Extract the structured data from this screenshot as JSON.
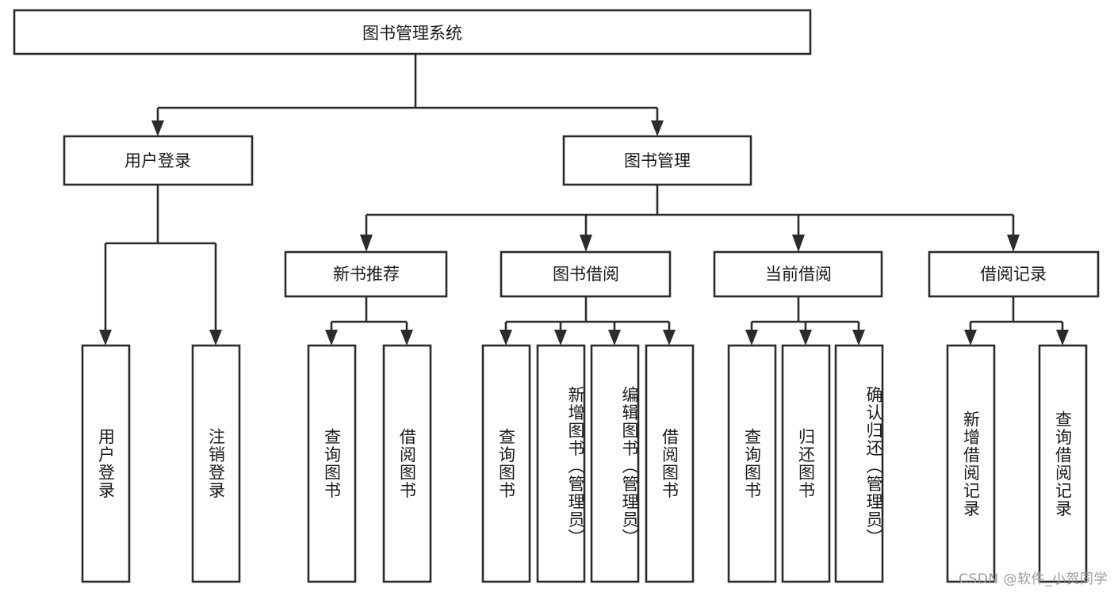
{
  "diagram": {
    "title": "图书管理系统",
    "type": "tree",
    "orientation": "top-down",
    "watermark": "CSDN @软件_小贺同学",
    "colors": {
      "box_stroke": "#2b2b2b",
      "box_fill": "#ffffff",
      "connector": "#2b2b2b",
      "text": "#1a1a1a",
      "watermark": "#9a9a9a",
      "background": "#ffffff"
    },
    "root": {
      "label": "图书管理系统",
      "orientation": "horizontal"
    },
    "level2": [
      {
        "label": "用户登录",
        "orientation": "horizontal"
      },
      {
        "label": "图书管理",
        "orientation": "horizontal"
      }
    ],
    "level3": [
      {
        "label": "新书推荐",
        "orientation": "horizontal",
        "parent": "图书管理"
      },
      {
        "label": "图书借阅",
        "orientation": "horizontal",
        "parent": "图书管理"
      },
      {
        "label": "当前借阅",
        "orientation": "horizontal",
        "parent": "图书管理"
      },
      {
        "label": "借阅记录",
        "orientation": "horizontal",
        "parent": "图书管理"
      }
    ],
    "leaves": [
      {
        "label": "用户登录",
        "orientation": "vertical",
        "parent": "用户登录"
      },
      {
        "label": "注销登录",
        "orientation": "vertical",
        "parent": "用户登录"
      },
      {
        "label": "查询图书",
        "orientation": "vertical",
        "parent": "新书推荐"
      },
      {
        "label": "借阅图书",
        "orientation": "vertical",
        "parent": "新书推荐"
      },
      {
        "label": "查询图书",
        "orientation": "vertical",
        "parent": "图书借阅"
      },
      {
        "label": "新增图书（管理员）",
        "orientation": "vertical",
        "parent": "图书借阅"
      },
      {
        "label": "编辑图书（管理员）",
        "orientation": "vertical",
        "parent": "图书借阅"
      },
      {
        "label": "借阅图书",
        "orientation": "vertical",
        "parent": "图书借阅"
      },
      {
        "label": "查询图书",
        "orientation": "vertical",
        "parent": "当前借阅"
      },
      {
        "label": "归还图书",
        "orientation": "vertical",
        "parent": "当前借阅"
      },
      {
        "label": "确认归还（管理员）",
        "orientation": "vertical",
        "parent": "当前借阅"
      },
      {
        "label": "新增借阅记录",
        "orientation": "vertical",
        "parent": "借阅记录"
      },
      {
        "label": "查询借阅记录",
        "orientation": "vertical",
        "parent": "借阅记录"
      }
    ]
  }
}
